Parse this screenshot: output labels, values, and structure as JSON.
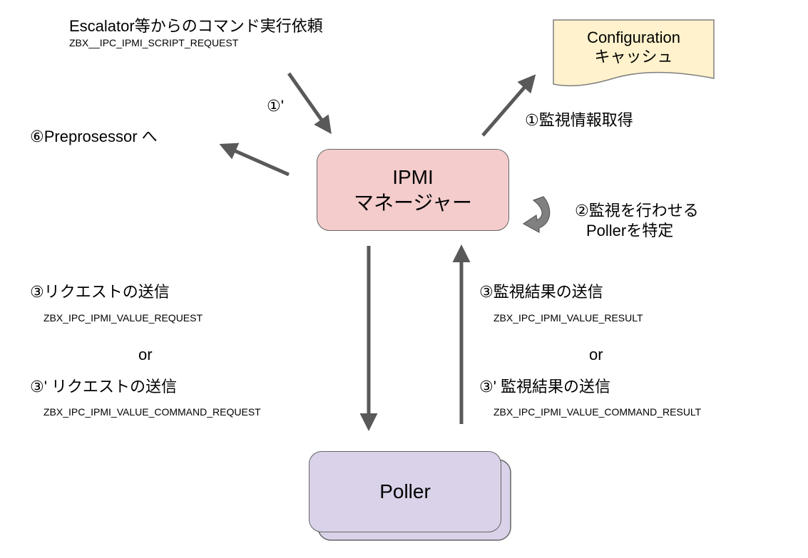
{
  "colors": {
    "manager_fill": "#f4cccc",
    "poller_fill": "#d9d2e9",
    "config_fill": "#fff2cc",
    "border": "#666666",
    "arrow": "#595959"
  },
  "nodes": {
    "manager": {
      "line1": "IPMI",
      "line2": "マネージャー"
    },
    "config": {
      "line1": "Configuration",
      "line2": "キャッシュ"
    },
    "poller": {
      "label": "Poller"
    }
  },
  "labels": {
    "escalator_title": "Escalator等からのコマンド実行依頼",
    "escalator_code": "ZBX__IPC_IPMI_SCRIPT_REQUEST",
    "step1_prime": "①'",
    "step6": "⑥Preprosessor へ",
    "step1": "①監視情報取得",
    "step2_line1": "②監視を行わせる",
    "step2_line2": "Pollerを特定",
    "req_title": "③リクエストの送信",
    "req_code": "ZBX_IPC_IPMI_VALUE_REQUEST",
    "req_or": "or",
    "req_alt_title": "③' リクエストの送信",
    "req_alt_code": "ZBX_IPC_IPMI_VALUE_COMMAND_REQUEST",
    "res_title": "③監視結果の送信",
    "res_code": "ZBX_IPC_IPMI_VALUE_RESULT",
    "res_or": "or",
    "res_alt_title": "③' 監視結果の送信",
    "res_alt_code": "ZBX_IPC_IPMI_VALUE_COMMAND_RESULT"
  }
}
